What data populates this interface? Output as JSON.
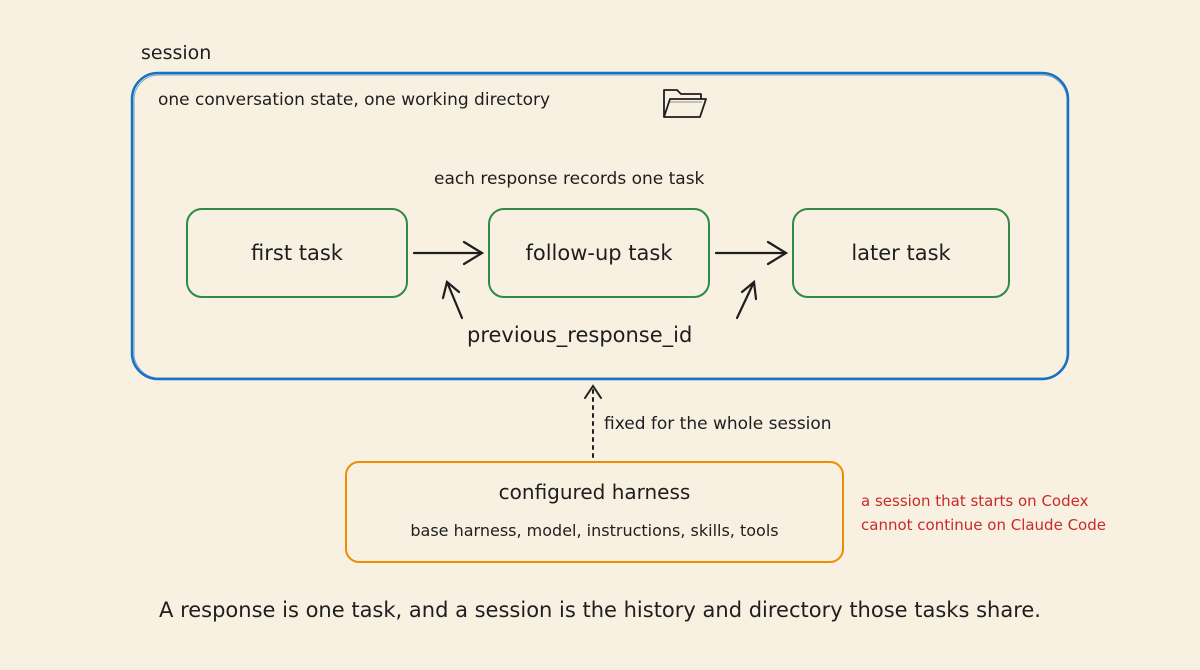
{
  "session": {
    "label": "session",
    "description": "one conversation state, one working directory",
    "icon": "folder-icon",
    "border_color": "#1971c2"
  },
  "tasks": {
    "header": "each response records one task",
    "items": [
      {
        "label": "first task"
      },
      {
        "label": "follow-up task"
      },
      {
        "label": "later task"
      }
    ],
    "border_color": "#2f9e44",
    "link_label": "previous_response_id"
  },
  "harness": {
    "fixed_label": "fixed for the whole session",
    "title": "configured harness",
    "subtitle": "base harness, model, instructions, skills, tools",
    "border_color": "#f08c00"
  },
  "note": {
    "line1": "a session that starts on Codex",
    "line2": "cannot continue on Claude Code",
    "color": "#c92a2a"
  },
  "caption": "A response is one task, and a session is the history and directory those tasks share."
}
